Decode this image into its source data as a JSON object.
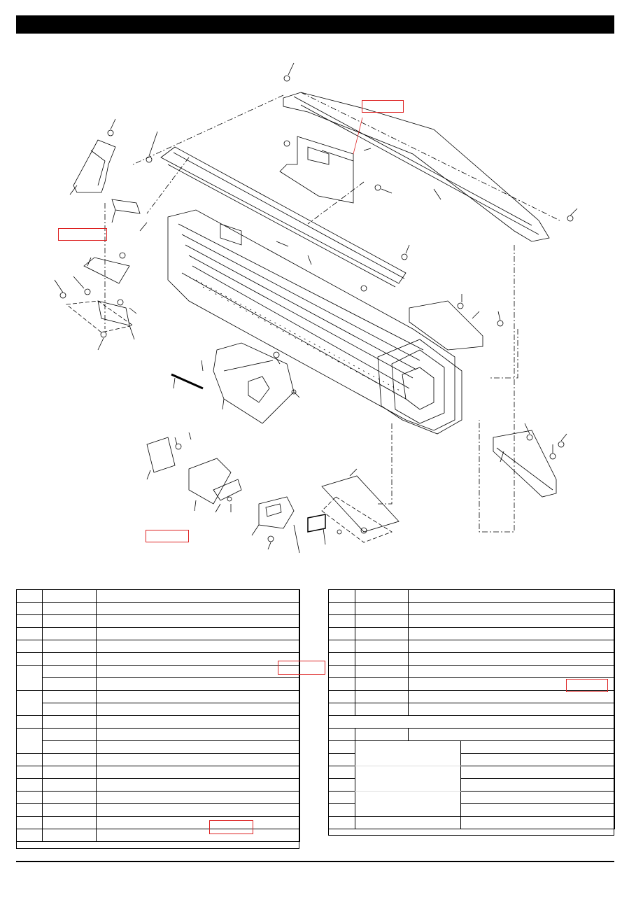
{
  "header": {
    "title": ""
  },
  "colors": {
    "bar": "#000000",
    "callout_box": "#dd2222",
    "line": "#000000"
  },
  "callout_boxes": [
    {
      "name": "callout-top-cover",
      "label": ""
    },
    {
      "name": "callout-left-frame",
      "label": ""
    },
    {
      "name": "callout-panel",
      "label": ""
    },
    {
      "name": "callout-table-left-row6",
      "label": ""
    },
    {
      "name": "callout-table-left-row18",
      "label": ""
    },
    {
      "name": "callout-table-right-row7",
      "label": ""
    }
  ],
  "left_table": {
    "columns": [
      "",
      "",
      ""
    ],
    "row_count": 19
  },
  "right_table": {
    "columns": [
      "",
      "",
      ""
    ],
    "row_count": 19
  }
}
